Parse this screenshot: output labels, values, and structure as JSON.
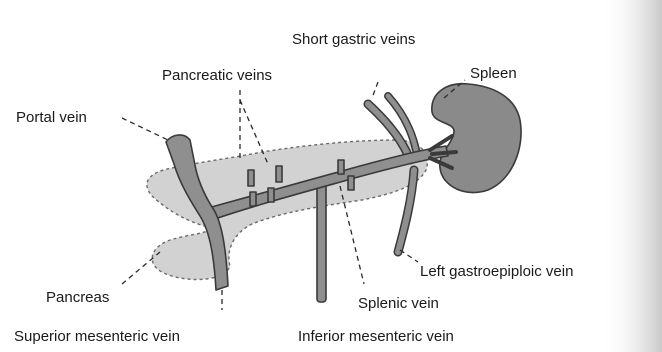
{
  "labels": {
    "short_gastric_veins": "Short gastric veins",
    "spleen": "Spleen",
    "pancreatic_veins": "Pancreatic veins",
    "portal_vein": "Portal vein",
    "left_gastroepiploic_vein": "Left gastroepiploic vein",
    "pancreas": "Pancreas",
    "splenic_vein": "Splenic vein",
    "superior_mesenteric_vein": "Superior mesenteric vein",
    "inferior_mesenteric_vein": "Inferior mesenteric vein"
  },
  "colors": {
    "background": "#ffffff",
    "pancreas_fill": "#d2d2d2",
    "vein_fill": "#8f8f8f",
    "spleen_fill": "#8a8a8a",
    "outline": "#3a3a3a",
    "right_edge_shade": "#c8c8c8"
  }
}
